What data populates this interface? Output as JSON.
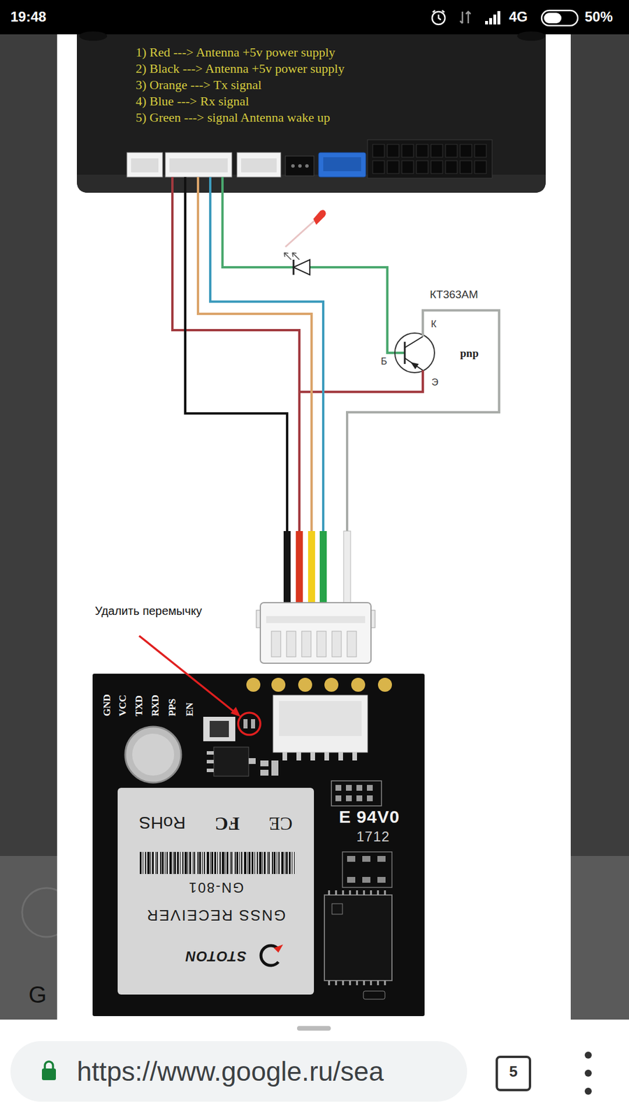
{
  "diagram": {
    "nodes": [
      {
        "text": [
          "1) Red ---> Antenna +5v power supply",
          "2) Black ---> Antenna +5v power supply",
          "3) Orange ---> Tx signal",
          "4) Blue ---> Rx signal",
          "5) Green ---> signal Antenna wake up"
        ]
      },
      {
        "text": [
          "E 94V0",
          "1712"
        ]
      },
      {
        "text": [
          "RoHS",
          "FC",
          "CE",
          "GN-801",
          "GNSS RECEIVER",
          "STOTON"
        ],
        "in": 1
      }
    ],
    "edges": [
      {
        "from": 0,
        "to": 1,
        "arrow": "none"
      },
      {
        "from": 0,
        "to": 1,
        "arrow": "none"
      },
      {
        "from": 0,
        "to": 1,
        "arrow": "none"
      },
      {
        "from": 0,
        "to": 1,
        "arrow": "none"
      }
    ],
    "labels": [
      "19:48",
      "4G",
      "50%",
      "КТ363АМ",
      "К",
      "Б",
      "Э",
      "pnp",
      "Удалить перемычку",
      "GND",
      "VCC",
      "TXD",
      "RXD",
      "PPS",
      "EN",
      "G",
      "https://www.google.ru/sea",
      "5"
    ]
  }
}
